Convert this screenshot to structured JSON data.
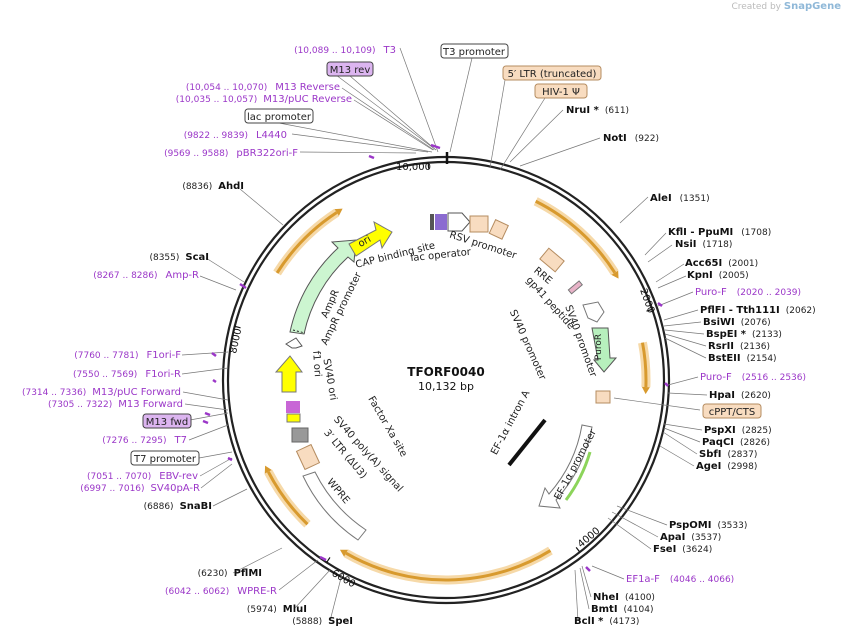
{
  "credit": {
    "prefix": "Created by",
    "brand": "SnapGene"
  },
  "plasmid": {
    "name": "TFORF0040",
    "size": "10,132 bp",
    "length": 10132
  },
  "colors": {
    "primer": "#9b37c8",
    "enzyme": "#111111",
    "feature_orange": "#d89a2e",
    "feature_fill": "#f6d9a8",
    "ori": "#ffff00",
    "ampr": "#ccf5d0",
    "puror": "#b7f0bd",
    "box_promoter": "#ffffff",
    "box_ltr": "#f8dcc0",
    "box_rev": "#dcb5f0"
  },
  "ticks": [
    {
      "label": "10,000",
      "bp": 10000
    },
    {
      "label": "2000",
      "bp": 2000
    },
    {
      "label": "4000",
      "bp": 4000
    },
    {
      "label": "6000",
      "bp": 6000
    },
    {
      "label": "8000",
      "bp": 8000
    }
  ],
  "enzymes": [
    {
      "name": "NruI *",
      "pos": "(611)",
      "bp": 611
    },
    {
      "name": "NotI",
      "pos": "(922)",
      "bp": 922
    },
    {
      "name": "AleI",
      "pos": "(1351)",
      "bp": 1351
    },
    {
      "name": "KflI - PpuMI",
      "pos": "(1708)",
      "bp": 1708
    },
    {
      "name": "NsiI",
      "pos": "(1718)",
      "bp": 1718
    },
    {
      "name": "Acc65I",
      "pos": "(2001)",
      "bp": 2001
    },
    {
      "name": "KpnI",
      "pos": "(2005)",
      "bp": 2005
    },
    {
      "name": "PflFI - Tth111I",
      "pos": "(2062)",
      "bp": 2062
    },
    {
      "name": "BsiWI",
      "pos": "(2076)",
      "bp": 2076
    },
    {
      "name": "BspEI *",
      "pos": "(2133)",
      "bp": 2133
    },
    {
      "name": "RsrII",
      "pos": "(2136)",
      "bp": 2136
    },
    {
      "name": "BstEII",
      "pos": "(2154)",
      "bp": 2154
    },
    {
      "name": "HpaI",
      "pos": "(2620)",
      "bp": 2620
    },
    {
      "name": "PspXI",
      "pos": "(2825)",
      "bp": 2825
    },
    {
      "name": "PaqCI",
      "pos": "(2826)",
      "bp": 2826
    },
    {
      "name": "SbfI",
      "pos": "(2837)",
      "bp": 2837
    },
    {
      "name": "AgeI",
      "pos": "(2998)",
      "bp": 2998
    },
    {
      "name": "PspOMI",
      "pos": "(3533)",
      "bp": 3533
    },
    {
      "name": "ApaI",
      "pos": "(3537)",
      "bp": 3537
    },
    {
      "name": "FseI",
      "pos": "(3624)",
      "bp": 3624
    },
    {
      "name": "NheI",
      "pos": "(4100)",
      "bp": 4100
    },
    {
      "name": "BmtI",
      "pos": "(4104)",
      "bp": 4104
    },
    {
      "name": "BclI *",
      "pos": "(4173)",
      "bp": 4173
    },
    {
      "name": "SpeI",
      "pos": "(5888)",
      "bp": 5888
    },
    {
      "name": "MluI",
      "pos": "(5974)",
      "bp": 5974
    },
    {
      "name": "PflMI",
      "pos": "(6230)",
      "bp": 6230
    },
    {
      "name": "SnaBI",
      "pos": "(6886)",
      "bp": 6886
    },
    {
      "name": "ScaI",
      "pos": "(8355)",
      "bp": 8355
    },
    {
      "name": "AhdI",
      "pos": "(8836)",
      "bp": 8836
    }
  ],
  "primers": [
    {
      "name": "T3",
      "pos": "(10,089 .. 10,109)"
    },
    {
      "name": "M13 Reverse",
      "pos": "(10,054 .. 10,070)"
    },
    {
      "name": "M13/pUC Reverse",
      "pos": "(10,035 .. 10,057)"
    },
    {
      "name": "L4440",
      "pos": "(9822 .. 9839)"
    },
    {
      "name": "pBR322ori-F",
      "pos": "(9569 .. 9588)"
    },
    {
      "name": "Amp-R",
      "pos": "(8267 .. 8286)"
    },
    {
      "name": "F1ori-F",
      "pos": "(7760 .. 7781)"
    },
    {
      "name": "F1ori-R",
      "pos": "(7550 .. 7569)"
    },
    {
      "name": "M13/pUC Forward",
      "pos": "(7314 .. 7336)"
    },
    {
      "name": "M13 Forward",
      "pos": "(7305 .. 7322)"
    },
    {
      "name": "T7",
      "pos": "(7276 .. 7295)"
    },
    {
      "name": "EBV-rev",
      "pos": "(7051 .. 7070)"
    },
    {
      "name": "SV40pA-R",
      "pos": "(6997 .. 7016)"
    },
    {
      "name": "WPRE-R",
      "pos": "(6042 .. 6062)"
    },
    {
      "name": "Puro-F",
      "pos": "(2020 .. 2039)"
    },
    {
      "name": "Puro-F",
      "pos": "(2516 .. 2536)"
    },
    {
      "name": "EF1a-F",
      "pos": "(4046 .. 4066)"
    }
  ],
  "boxed_labels": [
    {
      "name": "T3 promoter"
    },
    {
      "name": "M13 rev"
    },
    {
      "name": "5′ LTR (truncated)"
    },
    {
      "name": "HIV-1 Ψ"
    },
    {
      "name": "lac promoter"
    },
    {
      "name": "cPPT/CTS"
    },
    {
      "name": "M13 fwd"
    },
    {
      "name": "T7 promoter"
    }
  ],
  "inner_labels": [
    {
      "name": "ori"
    },
    {
      "name": "CAP binding site"
    },
    {
      "name": "lac operator"
    },
    {
      "name": "RSV promoter"
    },
    {
      "name": "RRE"
    },
    {
      "name": "gp41 peptide"
    },
    {
      "name": "SV40 promoter"
    },
    {
      "name": "PuroR"
    },
    {
      "name": "SV40 promoter"
    },
    {
      "name": "EF-1α intron A"
    },
    {
      "name": "EF-1α promoter"
    },
    {
      "name": "AmpR"
    },
    {
      "name": "AmpR promoter"
    },
    {
      "name": "f1 ori"
    },
    {
      "name": "SV40 ori"
    },
    {
      "name": "Factor Xa site"
    },
    {
      "name": "SV40 poly(A) signal"
    },
    {
      "name": "3′ LTR (ΔU3)"
    },
    {
      "name": "WPRE"
    }
  ],
  "features": [
    {
      "name": "feature-arc-1",
      "start": 750,
      "end": 1620
    },
    {
      "name": "feature-arc-2",
      "start": 2230,
      "end": 2590
    },
    {
      "name": "feature-arc-3",
      "start": 4180,
      "end": 5910
    },
    {
      "name": "feature-arc-4",
      "start": 6300,
      "end": 6830
    },
    {
      "name": "feature-arc-5",
      "start": 8510,
      "end": 9200
    }
  ]
}
